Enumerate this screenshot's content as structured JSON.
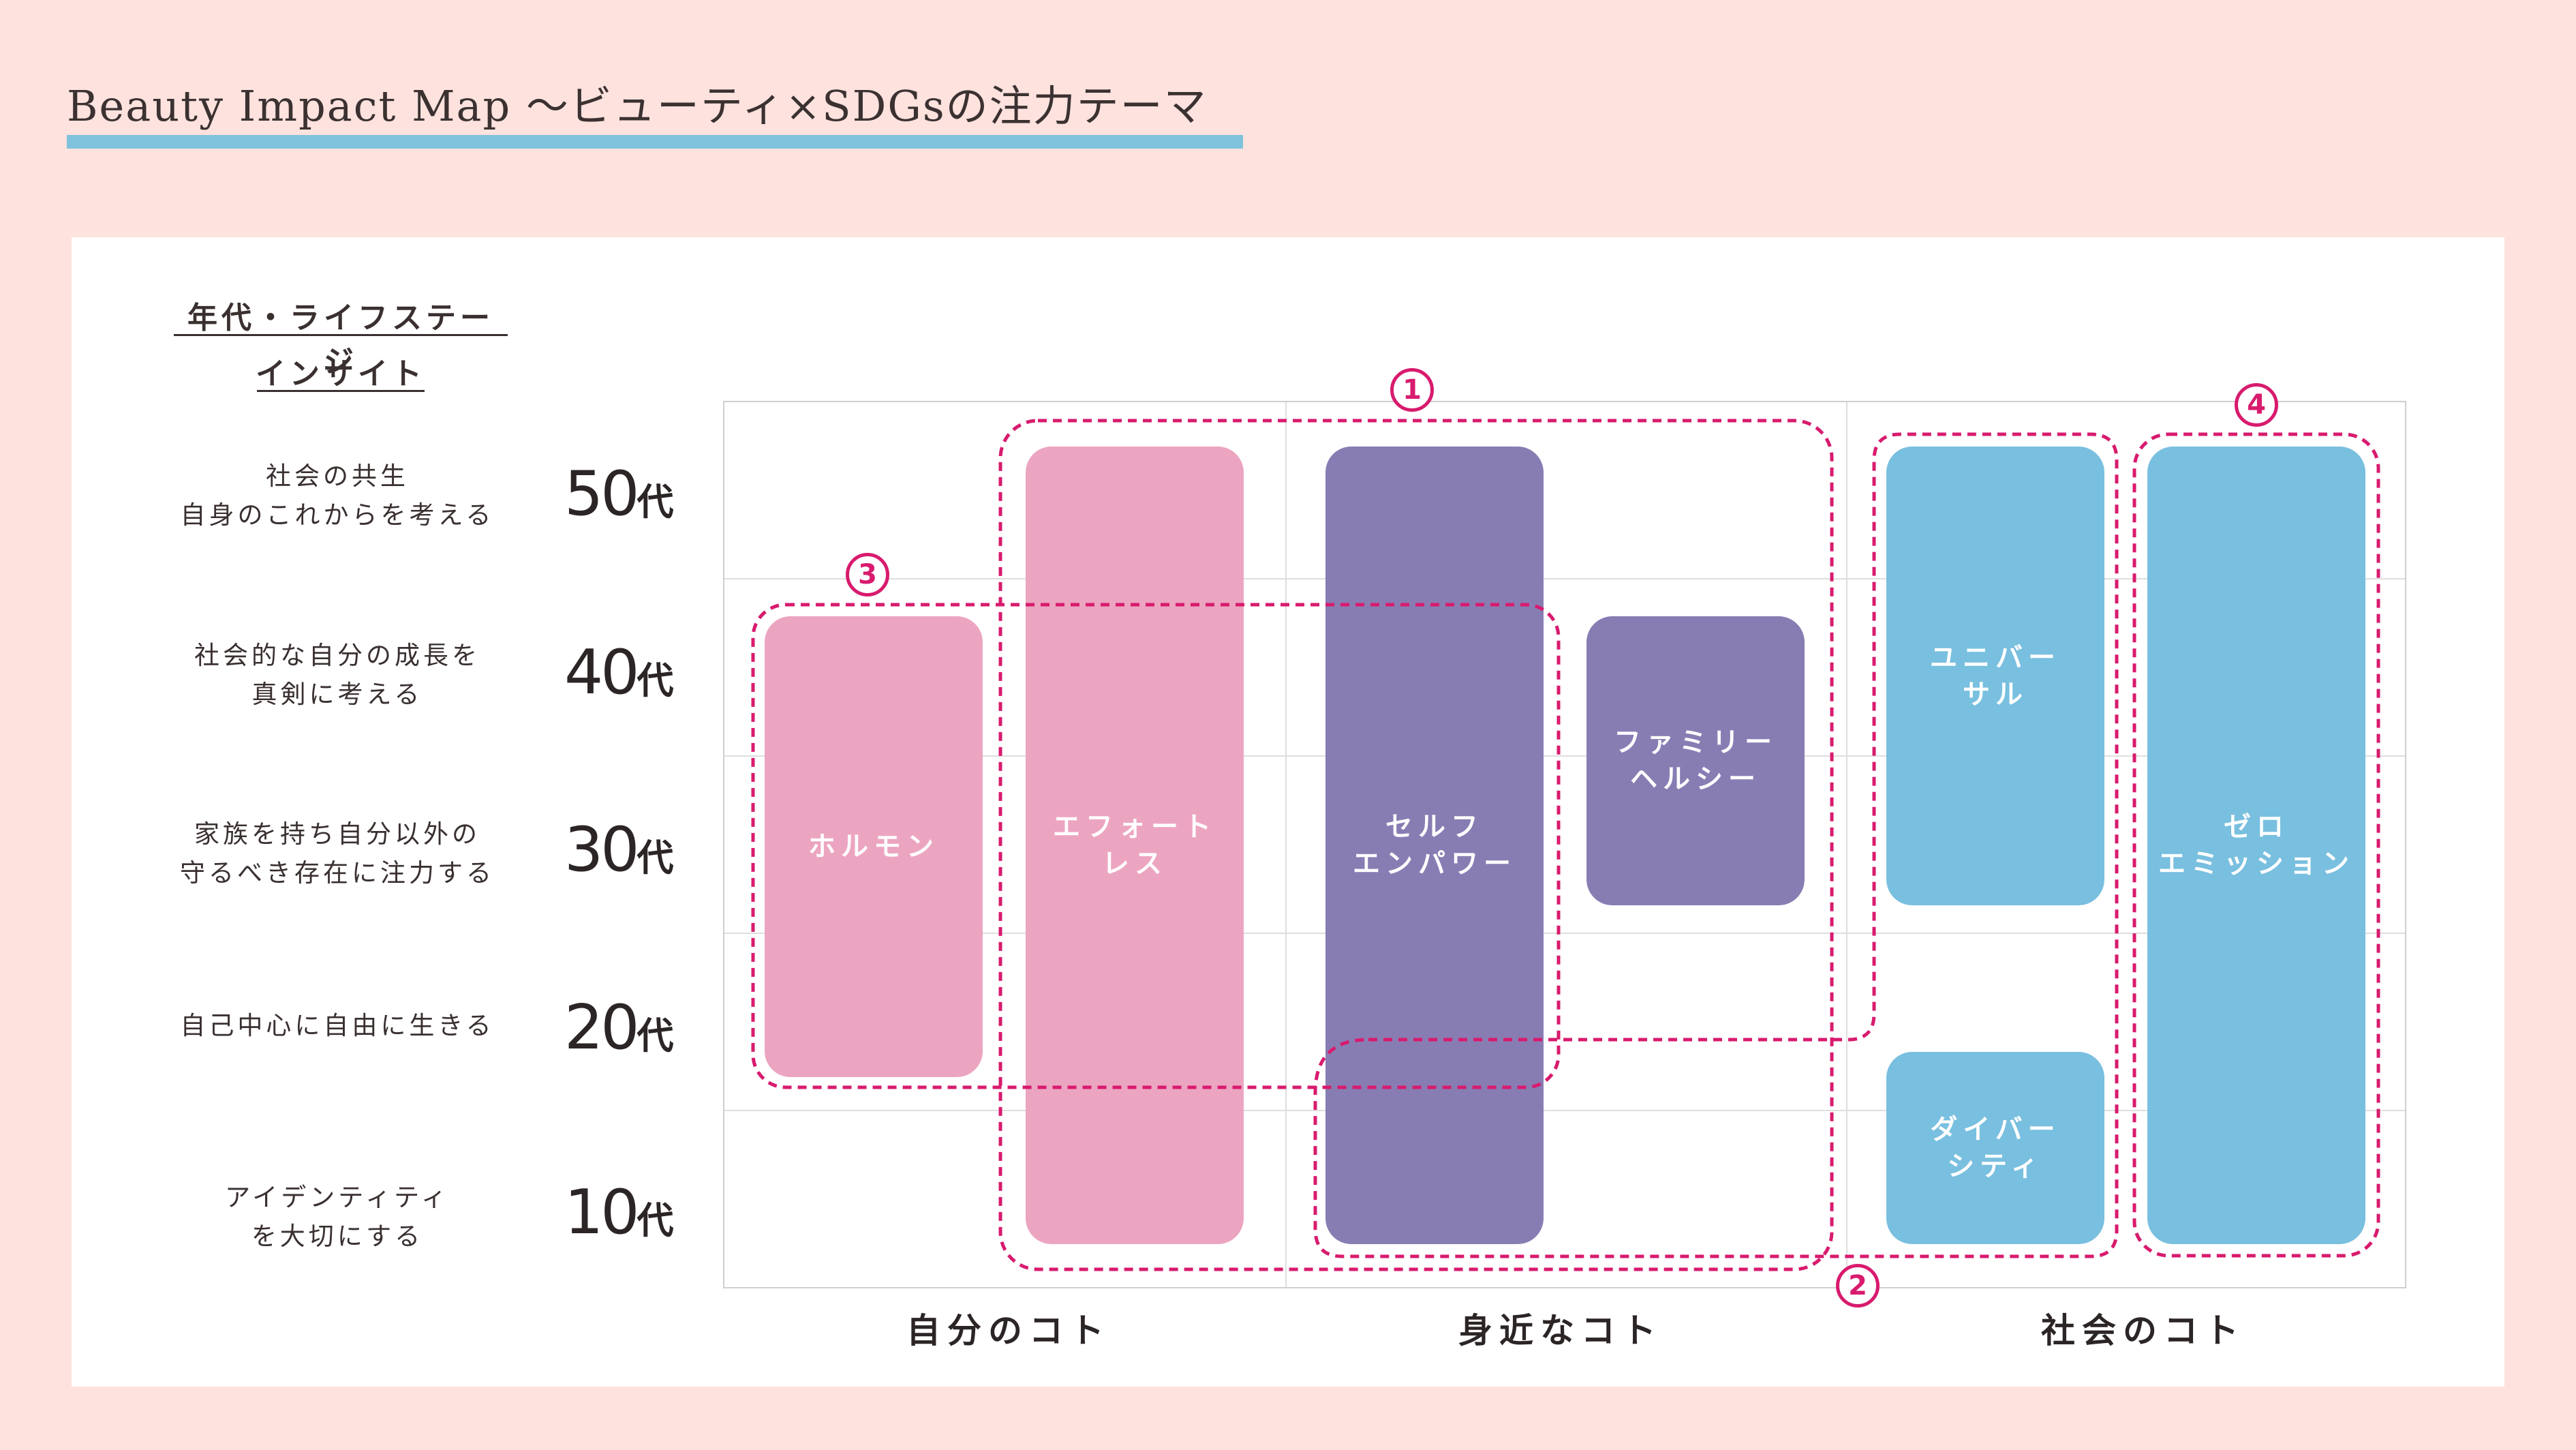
{
  "title": "Beauty Impact Map 〜ビューティ×SDGsの注力テーマ",
  "insight_header": [
    "年代・ライフステージ",
    "インサイト"
  ],
  "rows": [
    {
      "desc": "社会の共生\n自身のこれからを考える",
      "age": "50",
      "suffix": "代"
    },
    {
      "desc": "社会的な自分の成長を\n真剣に考える",
      "age": "40",
      "suffix": "代"
    },
    {
      "desc": "家族を持ち自分以外の\n守るべき存在に注力する",
      "age": "30",
      "suffix": "代"
    },
    {
      "desc": "自己中心に自由に生きる",
      "age": "20",
      "suffix": "代"
    },
    {
      "desc": "アイデンティティ\nを大切にする",
      "age": "10",
      "suffix": "代"
    }
  ],
  "columns": [
    "自分のコト",
    "身近なコト",
    "社会のコト"
  ],
  "themes": [
    {
      "label": "ホルモン",
      "color": "#eca5c1"
    },
    {
      "label": "エフォート\nレス",
      "color": "#eca5c1"
    },
    {
      "label": "セルフ\nエンパワー",
      "color": "#887db3"
    },
    {
      "label": "ファミリー\nヘルシー",
      "color": "#887db3"
    },
    {
      "label": "ユニバー\nサル",
      "color": "#79bfdf"
    },
    {
      "label": "ダイバー\nシティ",
      "color": "#79bfdf"
    },
    {
      "label": "ゼロ\nエミッション",
      "color": "#79bfdf"
    }
  ],
  "groups": [
    {
      "number": "1"
    },
    {
      "number": "2"
    },
    {
      "number": "3"
    },
    {
      "number": "4"
    }
  ],
  "colors": {
    "background": "#fde2de",
    "title_underline": "#7fc2dc",
    "group_outline": "#d81b6e"
  }
}
